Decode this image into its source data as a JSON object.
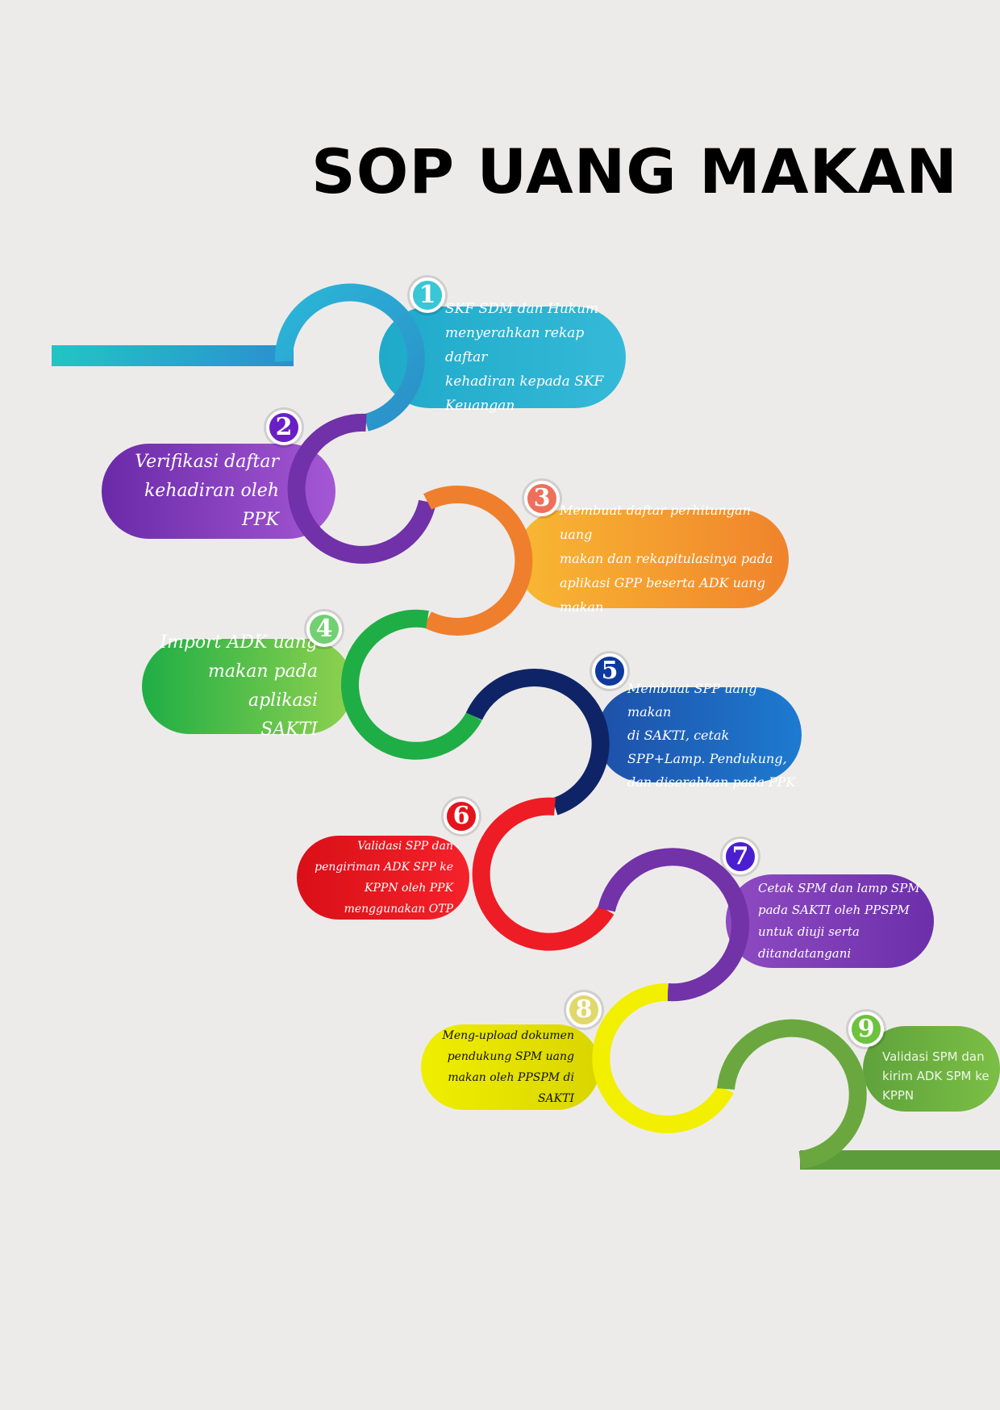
{
  "title": "SOP UANG MAKAN",
  "steps": [
    {
      "number": "1",
      "lines": [
        "SKF SDM dan Hukum",
        "menyerahkan rekap daftar",
        "kehadiran kepada SKF",
        "Keuangan"
      ],
      "color": "#2aa6c9"
    },
    {
      "number": "2",
      "lines": [
        "Verifikasi daftar",
        "kehadiran  oleh PPK"
      ],
      "color": "#7a35b0"
    },
    {
      "number": "3",
      "lines": [
        "Membuat daftar perhitungan uang",
        "makan dan rekapitulasinya pada",
        "aplikasi GPP beserta ADK uang",
        "makan"
      ],
      "color": "#f08a2a"
    },
    {
      "number": "4",
      "lines": [
        "Import ADK uang",
        "makan pada aplikasi",
        "SAKTI"
      ],
      "color": "#3fb53a"
    },
    {
      "number": "5",
      "lines": [
        "Membuat SPP uang makan",
        "di SAKTI, cetak",
        "SPP+Lamp. Pendukung,",
        "dan diserahkan pada PPK"
      ],
      "color": "#1c3e96"
    },
    {
      "number": "6",
      "lines": [
        "Validasi SPP dan",
        "pengiriman ADK SPP ke",
        "KPPN oleh PPK",
        "menggunakan OTP"
      ],
      "color": "#e5151b"
    },
    {
      "number": "7",
      "lines": [
        "Cetak SPM dan lamp SPM",
        "pada  SAKTI oleh PPSPM",
        "untuk diuji serta",
        "ditandatangani"
      ],
      "color": "#7b3cb2"
    },
    {
      "number": "8",
      "lines": [
        "Meng-upload dokumen",
        "pendukung SPM uang",
        "makan oleh PPSPM di",
        "SAKTI"
      ],
      "color": "#e8e600"
    },
    {
      "number": "9",
      "lines": [
        "Validasi SPM dan",
        "kirim ADK SPM ke",
        "KPPN"
      ],
      "color": "#6aa83f"
    }
  ]
}
